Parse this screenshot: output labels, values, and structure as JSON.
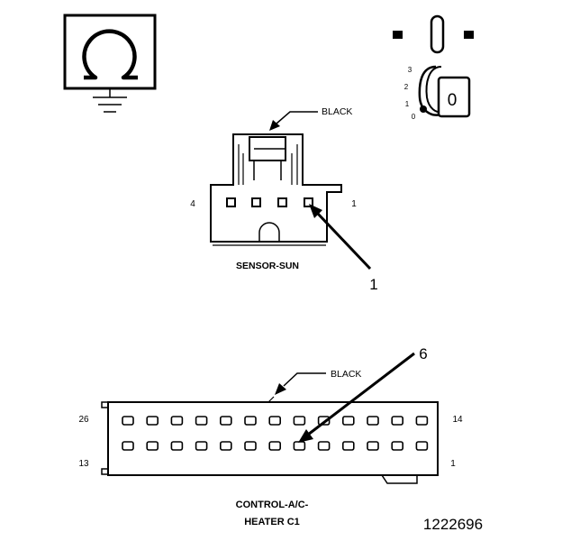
{
  "ohmmeter_icon": {
    "symbol": "Ω",
    "icon": "ohm-symbol-with-ground"
  },
  "ignition_key": {
    "positions": [
      "3",
      "2",
      "1",
      "0"
    ],
    "key_letter": "0"
  },
  "sun_sensor_connector": {
    "wire_color_label": "BLACK",
    "pin_left": "4",
    "pin_right": "1",
    "name": "SENSOR-SUN",
    "callout": "1"
  },
  "hvac_connector": {
    "wire_color_label": "BLACK",
    "pin_top_left": "26",
    "pin_top_right": "14",
    "pin_bottom_left": "13",
    "pin_bottom_right": "1",
    "name_line1": "CONTROL-A/C-",
    "name_line2": "HEATER C1",
    "callout": "6"
  },
  "figure_number": "1222696",
  "colors": {
    "ink": "#000000",
    "paper": "#ffffff"
  }
}
